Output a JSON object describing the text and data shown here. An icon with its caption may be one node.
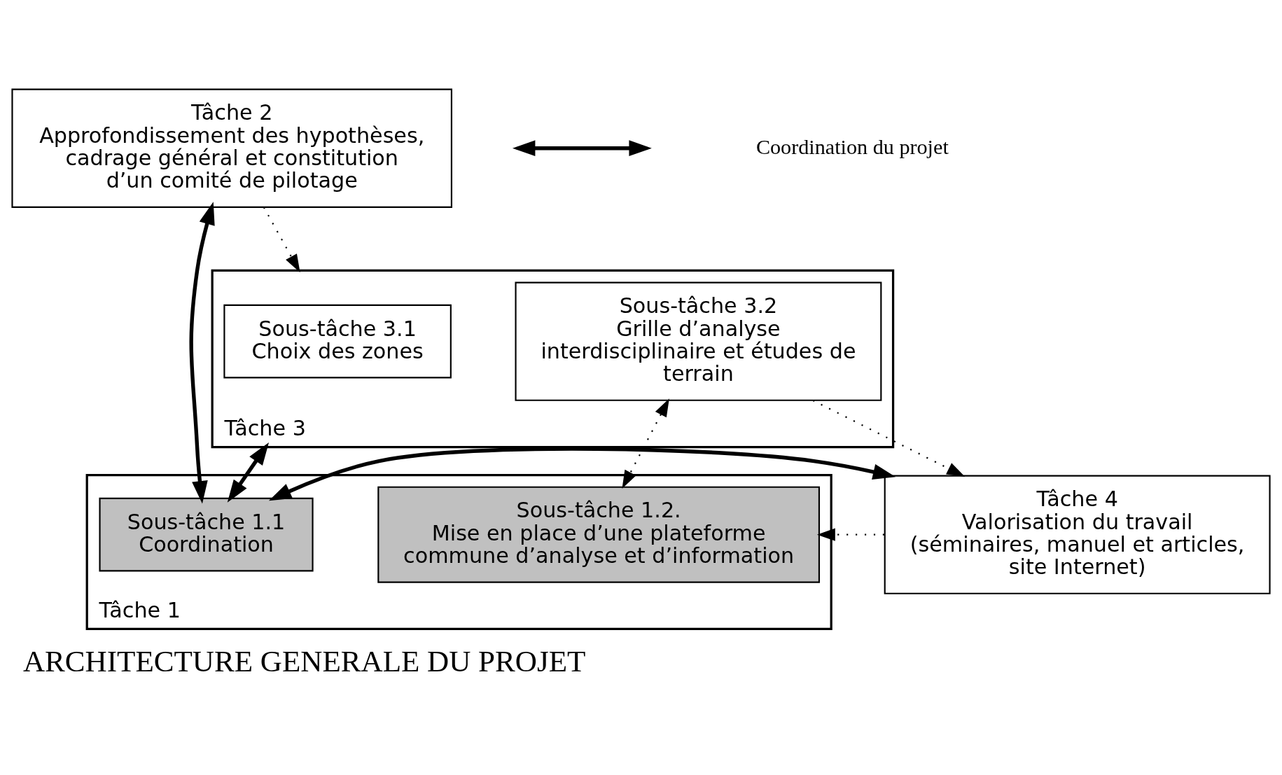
{
  "diagram": {
    "caption": "ARCHITECTURE GENERALE DU PROJET",
    "nodes": [
      {
        "text": [
          "Tâche 2",
          "Approfondissement des hypothèses, cadrage général et constitution d’un comité de pilotage"
        ]
      },
      {
        "text": [
          "Tâche 1"
        ]
      },
      {
        "text": [
          "Sous-tâche 1.1",
          "Coordination"
        ],
        "in": 1
      },
      {
        "text": [
          "Sous-tâche 1.2.",
          "Mise en place d’une plateforme commune d’analyse et d’information"
        ],
        "in": 1
      },
      {
        "text": [
          "Tâche 3"
        ]
      },
      {
        "text": [
          "Sous-tâche 3.1",
          "Choix des zones"
        ],
        "in": 4
      },
      {
        "text": [
          "Sous-tâche 3.2",
          "Grille d’analyse interdisciplinaire et études de terrain"
        ],
        "in": 4
      },
      {
        "text": [
          "Tâche 4",
          "Valorisation du travail (séminaires, manuel et articles, site Internet)"
        ]
      }
    ],
    "edges": [
      {
        "from": 0,
        "to": 4,
        "arrow": "to",
        "style": "dashed"
      },
      {
        "from": 0,
        "to": 2,
        "arrow": "both",
        "style": "thick"
      },
      {
        "from": 4,
        "to": 2,
        "arrow": "both",
        "style": "thick"
      },
      {
        "from": 2,
        "to": 7,
        "arrow": "both",
        "style": "thick"
      },
      {
        "from": 6,
        "to": 3,
        "arrow": "both",
        "style": "dashed"
      },
      {
        "from": 7,
        "to": 3,
        "arrow": "to",
        "style": "dashed"
      },
      {
        "from": 6,
        "to": 7,
        "arrow": "to",
        "style": "dashed"
      }
    ],
    "legend": [
      {
        "text": "Coordination du projet"
      }
    ]
  }
}
